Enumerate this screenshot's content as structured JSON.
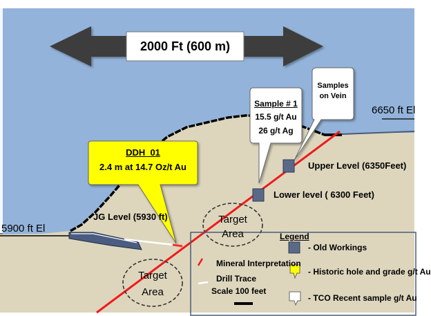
{
  "scale_bar": {
    "label": "2000 Ft (600 m)"
  },
  "elevations": {
    "left": "5900 ft El",
    "right": "6650 ft El"
  },
  "levels": {
    "jg": "JG Level (5930 ft)",
    "upper": "Upper Level (6350Feet)",
    "lower": "Lower level ( 6300 Feet)"
  },
  "callouts": {
    "ddh": {
      "title": "DDH_01",
      "text": "2.4 m at 14.7 Oz/t Au"
    },
    "sample": {
      "title": "Sample # 1",
      "line1": "15.5 g/t Au",
      "line2": "26 g/t Ag"
    },
    "vein": {
      "line1": "Samples",
      "line2": "on Vein"
    }
  },
  "targets": [
    {
      "line1": "Target",
      "line2": "Area"
    },
    {
      "line1": "Target",
      "line2": "Area"
    }
  ],
  "legend_left": {
    "mineral": "Mineral Interpretation",
    "drill": "Drill Trace",
    "scale": "Scale 100 feet"
  },
  "legend": {
    "title": "Legend",
    "items": [
      "- Old Workings",
      "- Historic hole and grade g/t Au",
      "- TCO Recent sample g/t Au"
    ]
  },
  "colors": {
    "sky": "#93b3da",
    "ground": "#ddd6bd",
    "arrow": "#3c3c3c",
    "vein": "#ee1b1b",
    "callout_yellow": "#ffff00",
    "workings": "#5a6a86"
  }
}
